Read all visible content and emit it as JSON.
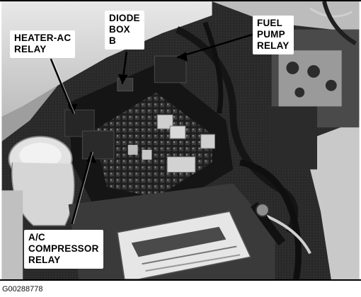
{
  "callouts": {
    "heater_ac_relay": [
      "HEATER-AC",
      "RELAY"
    ],
    "diode_box_b": [
      "DIODE",
      "BOX",
      "B"
    ],
    "fuel_pump_relay": [
      "FUEL",
      "PUMP",
      "RELAY"
    ],
    "ac_compressor_relay": [
      "A/C",
      "COMPRESSOR",
      "RELAY"
    ]
  },
  "figure_id": "G00288778",
  "colors": {
    "label_background": "#ffffff",
    "label_text": "#000000",
    "photo_dark": "#1a1a1a",
    "photo_light": "#d9d9d9"
  }
}
